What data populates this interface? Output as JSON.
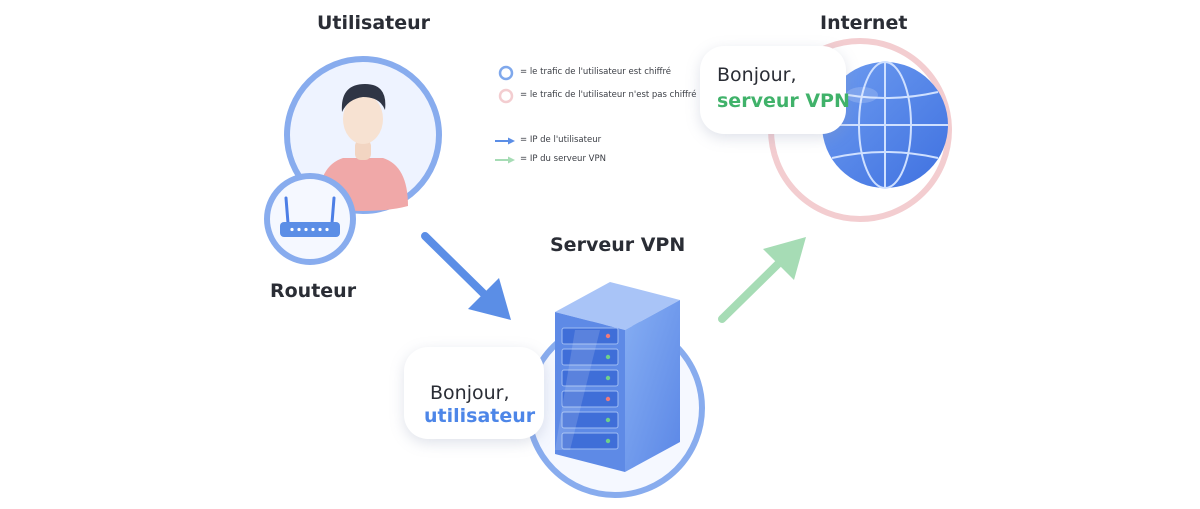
{
  "titles": {
    "user": "Utilisateur",
    "internet": "Internet",
    "vpn_server": "Serveur VPN",
    "router": "Routeur"
  },
  "legend": {
    "encrypted": "= le trafic de l'utilisateur est chiffré",
    "not_encrypted": "= le trafic de l'utilisateur n'est pas chiffré",
    "user_ip": "= IP de l'utilisateur",
    "vpn_ip": "= IP du serveur VPN"
  },
  "bubbles": {
    "internet": {
      "line1": "Bonjour,",
      "line2": "serveur VPN"
    },
    "server": {
      "line1": "Bonjour,",
      "line2": "utilisateur"
    }
  },
  "colors": {
    "encrypted_blue": "#7fa8ec",
    "unencrypted_pink": "#f3cdd0",
    "user_ip_arrow": "#5b8ee6",
    "vpn_ip_arrow": "#a6dcb5",
    "accent_blue": "#4d86e8",
    "accent_green": "#40b26a"
  },
  "icons": [
    "user-avatar-icon",
    "router-icon",
    "globe-icon",
    "server-rack-icon",
    "arrow-icon"
  ]
}
